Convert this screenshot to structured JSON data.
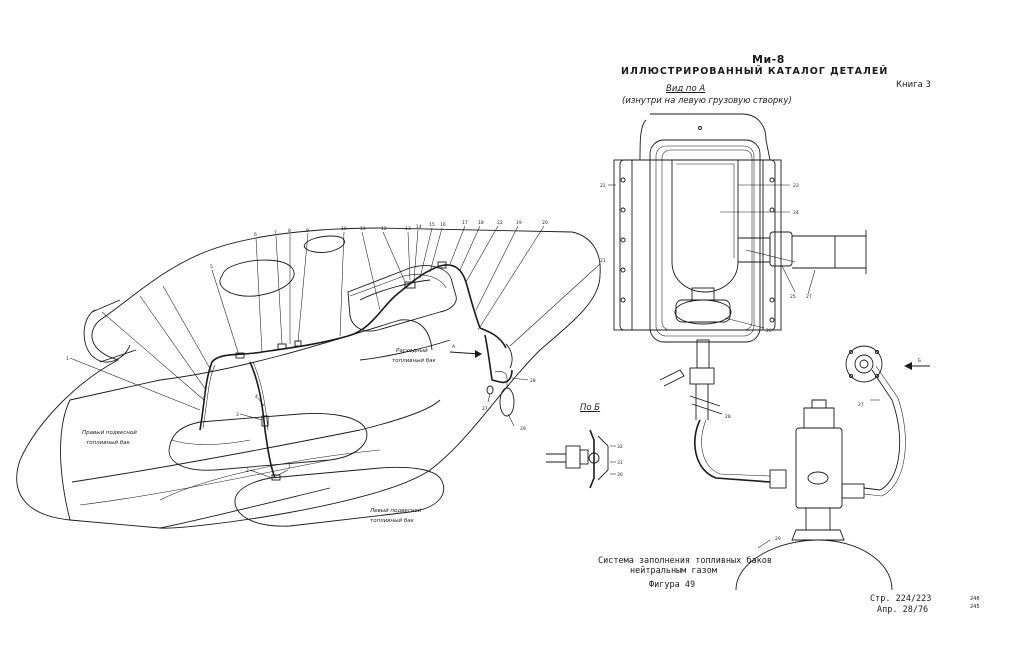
{
  "header": {
    "aircraft": "Ми-8",
    "catalog_title": "ИЛЛЮСТРИРОВАННЫЙ КАТАЛОГ ДЕТАЛЕЙ",
    "book": "Книга 3"
  },
  "view_a": {
    "title": "Вид по А",
    "subtitle": "(изнутри на левую грузовую створку)"
  },
  "view_b": {
    "title": "По Б"
  },
  "tank_labels": {
    "right": [
      "Правый подвесной",
      "топливный бак"
    ],
    "supply": [
      "Расходный",
      "топливный бак"
    ],
    "left": [
      "Левый подвесной",
      "топливный бак"
    ]
  },
  "caption": {
    "line1": "Система заполнения топливных баков",
    "line2": "нейтральным газом",
    "figure": "Фигура 49"
  },
  "footer": {
    "page": "Стр. 224/223",
    "date": "Апр. 28/76",
    "sheet_numbers": [
      "246",
      "245"
    ]
  },
  "callouts": {
    "view_letters": [
      "А",
      "Б"
    ],
    "main": [
      "1",
      "2",
      "3",
      "4",
      "5",
      "6",
      "7",
      "8",
      "9",
      "10",
      "11",
      "12",
      "13",
      "14",
      "15",
      "16",
      "17",
      "18",
      "19",
      "20",
      "21",
      "22",
      "27",
      "28",
      "29"
    ],
    "cutaway": [
      "22",
      "23",
      "24",
      "25",
      "26",
      "27",
      "28",
      "29"
    ],
    "detail_b": [
      "30",
      "31",
      "32"
    ]
  }
}
